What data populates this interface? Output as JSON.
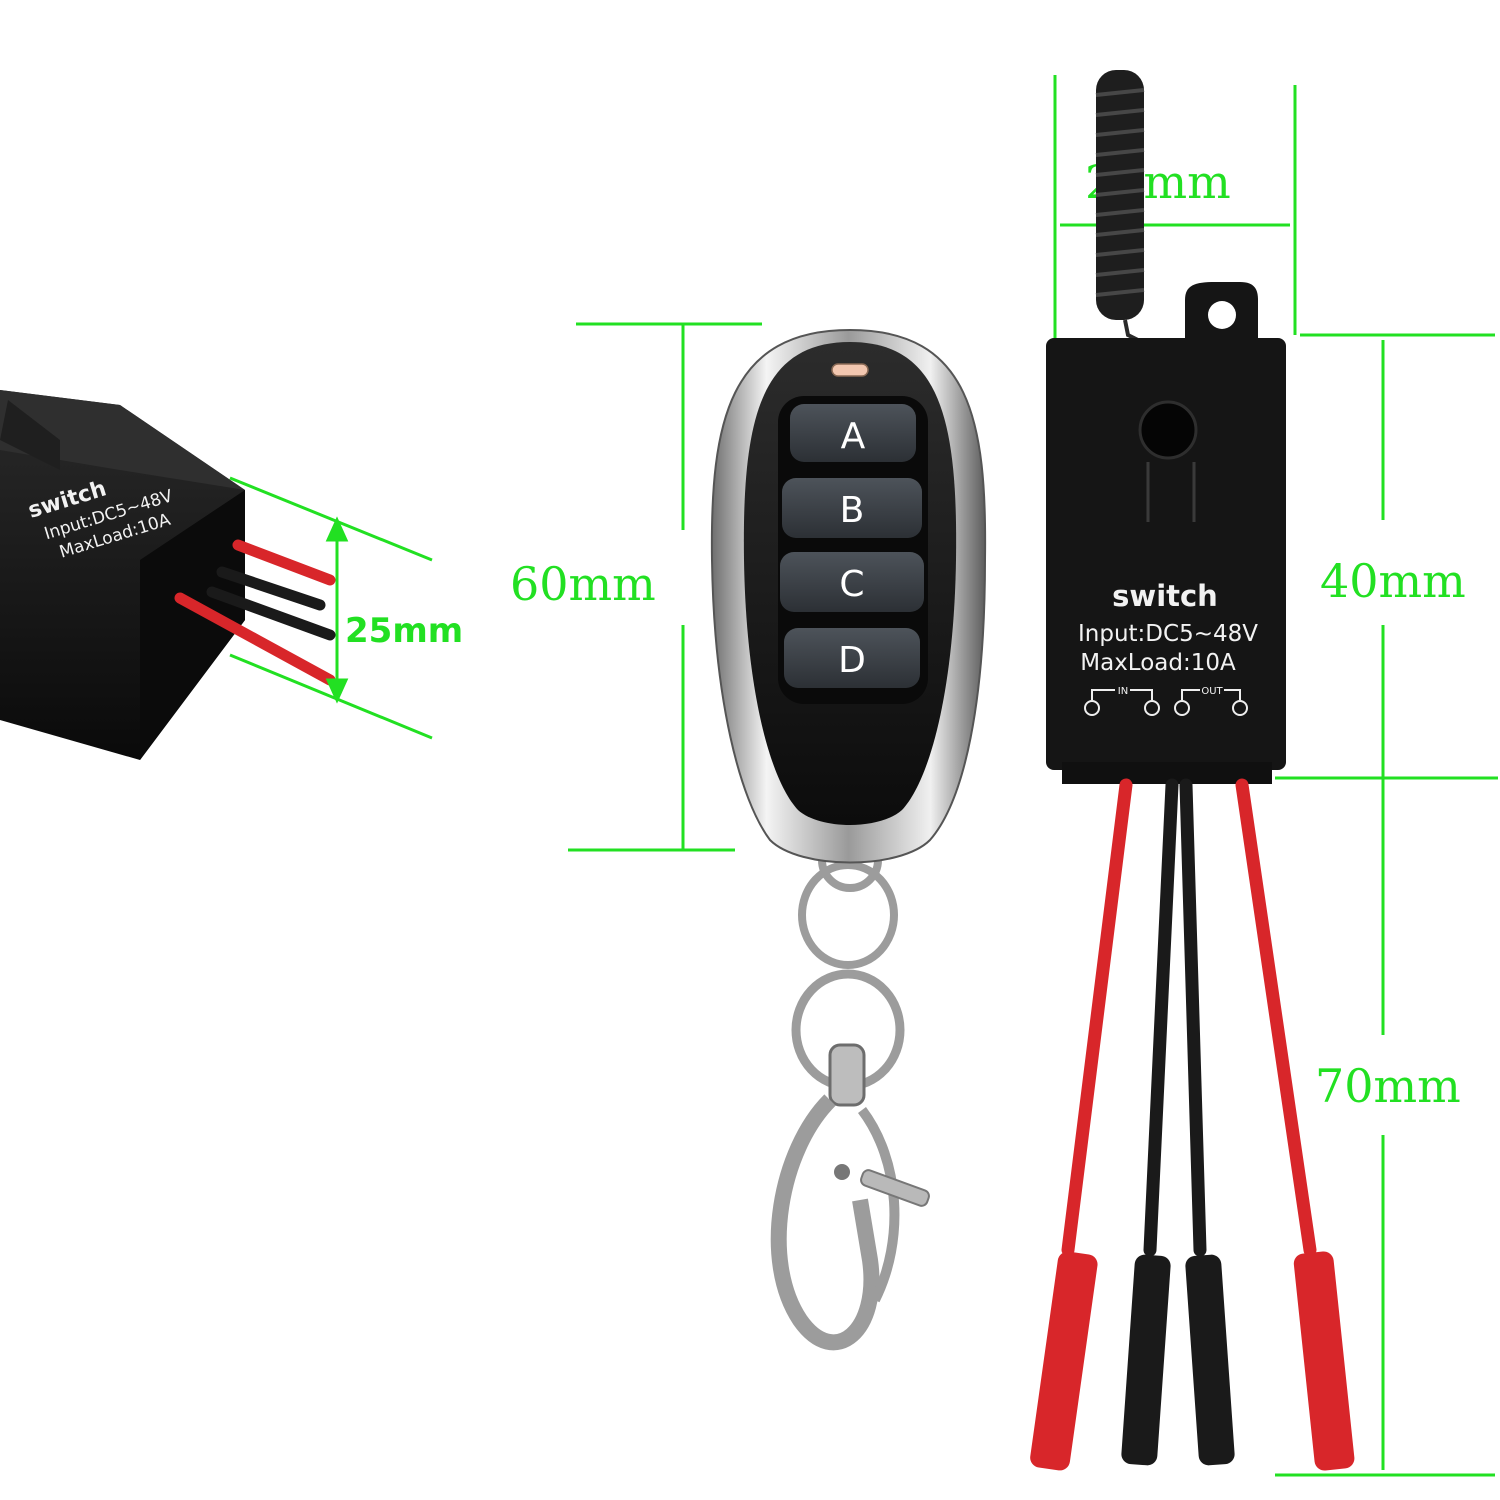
{
  "dimensions": {
    "side_height": "25mm",
    "remote_height": "60mm",
    "receiver_width": "22mm",
    "receiver_body_height": "40mm",
    "wire_length": "70mm"
  },
  "remote": {
    "buttons": [
      "A",
      "B",
      "C",
      "D"
    ]
  },
  "receiver": {
    "brand": "switch",
    "input": "Input:DC5~48V",
    "max_load": "MaxLoad:10A",
    "in_label": "IN",
    "out_label": "OUT"
  },
  "side_module": {
    "brand": "switch",
    "input": "Input:DC5~48V",
    "max_load": "MaxLoad:10A"
  },
  "colors": {
    "dimension_line": "#22e022",
    "wire_red": "#d8262a",
    "wire_black": "#1a1a1a",
    "housing": "#141414"
  }
}
